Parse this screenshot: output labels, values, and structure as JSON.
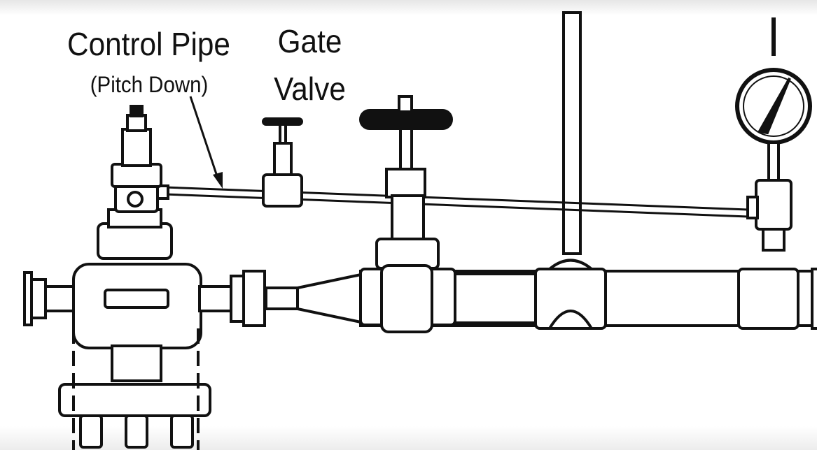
{
  "labels": {
    "control_pipe": "Control Pipe",
    "pitch_down": "(Pitch Down)",
    "gate": "Gate",
    "valve": "Valve"
  },
  "colors": {
    "line": "#111111",
    "background": "#ffffff"
  }
}
